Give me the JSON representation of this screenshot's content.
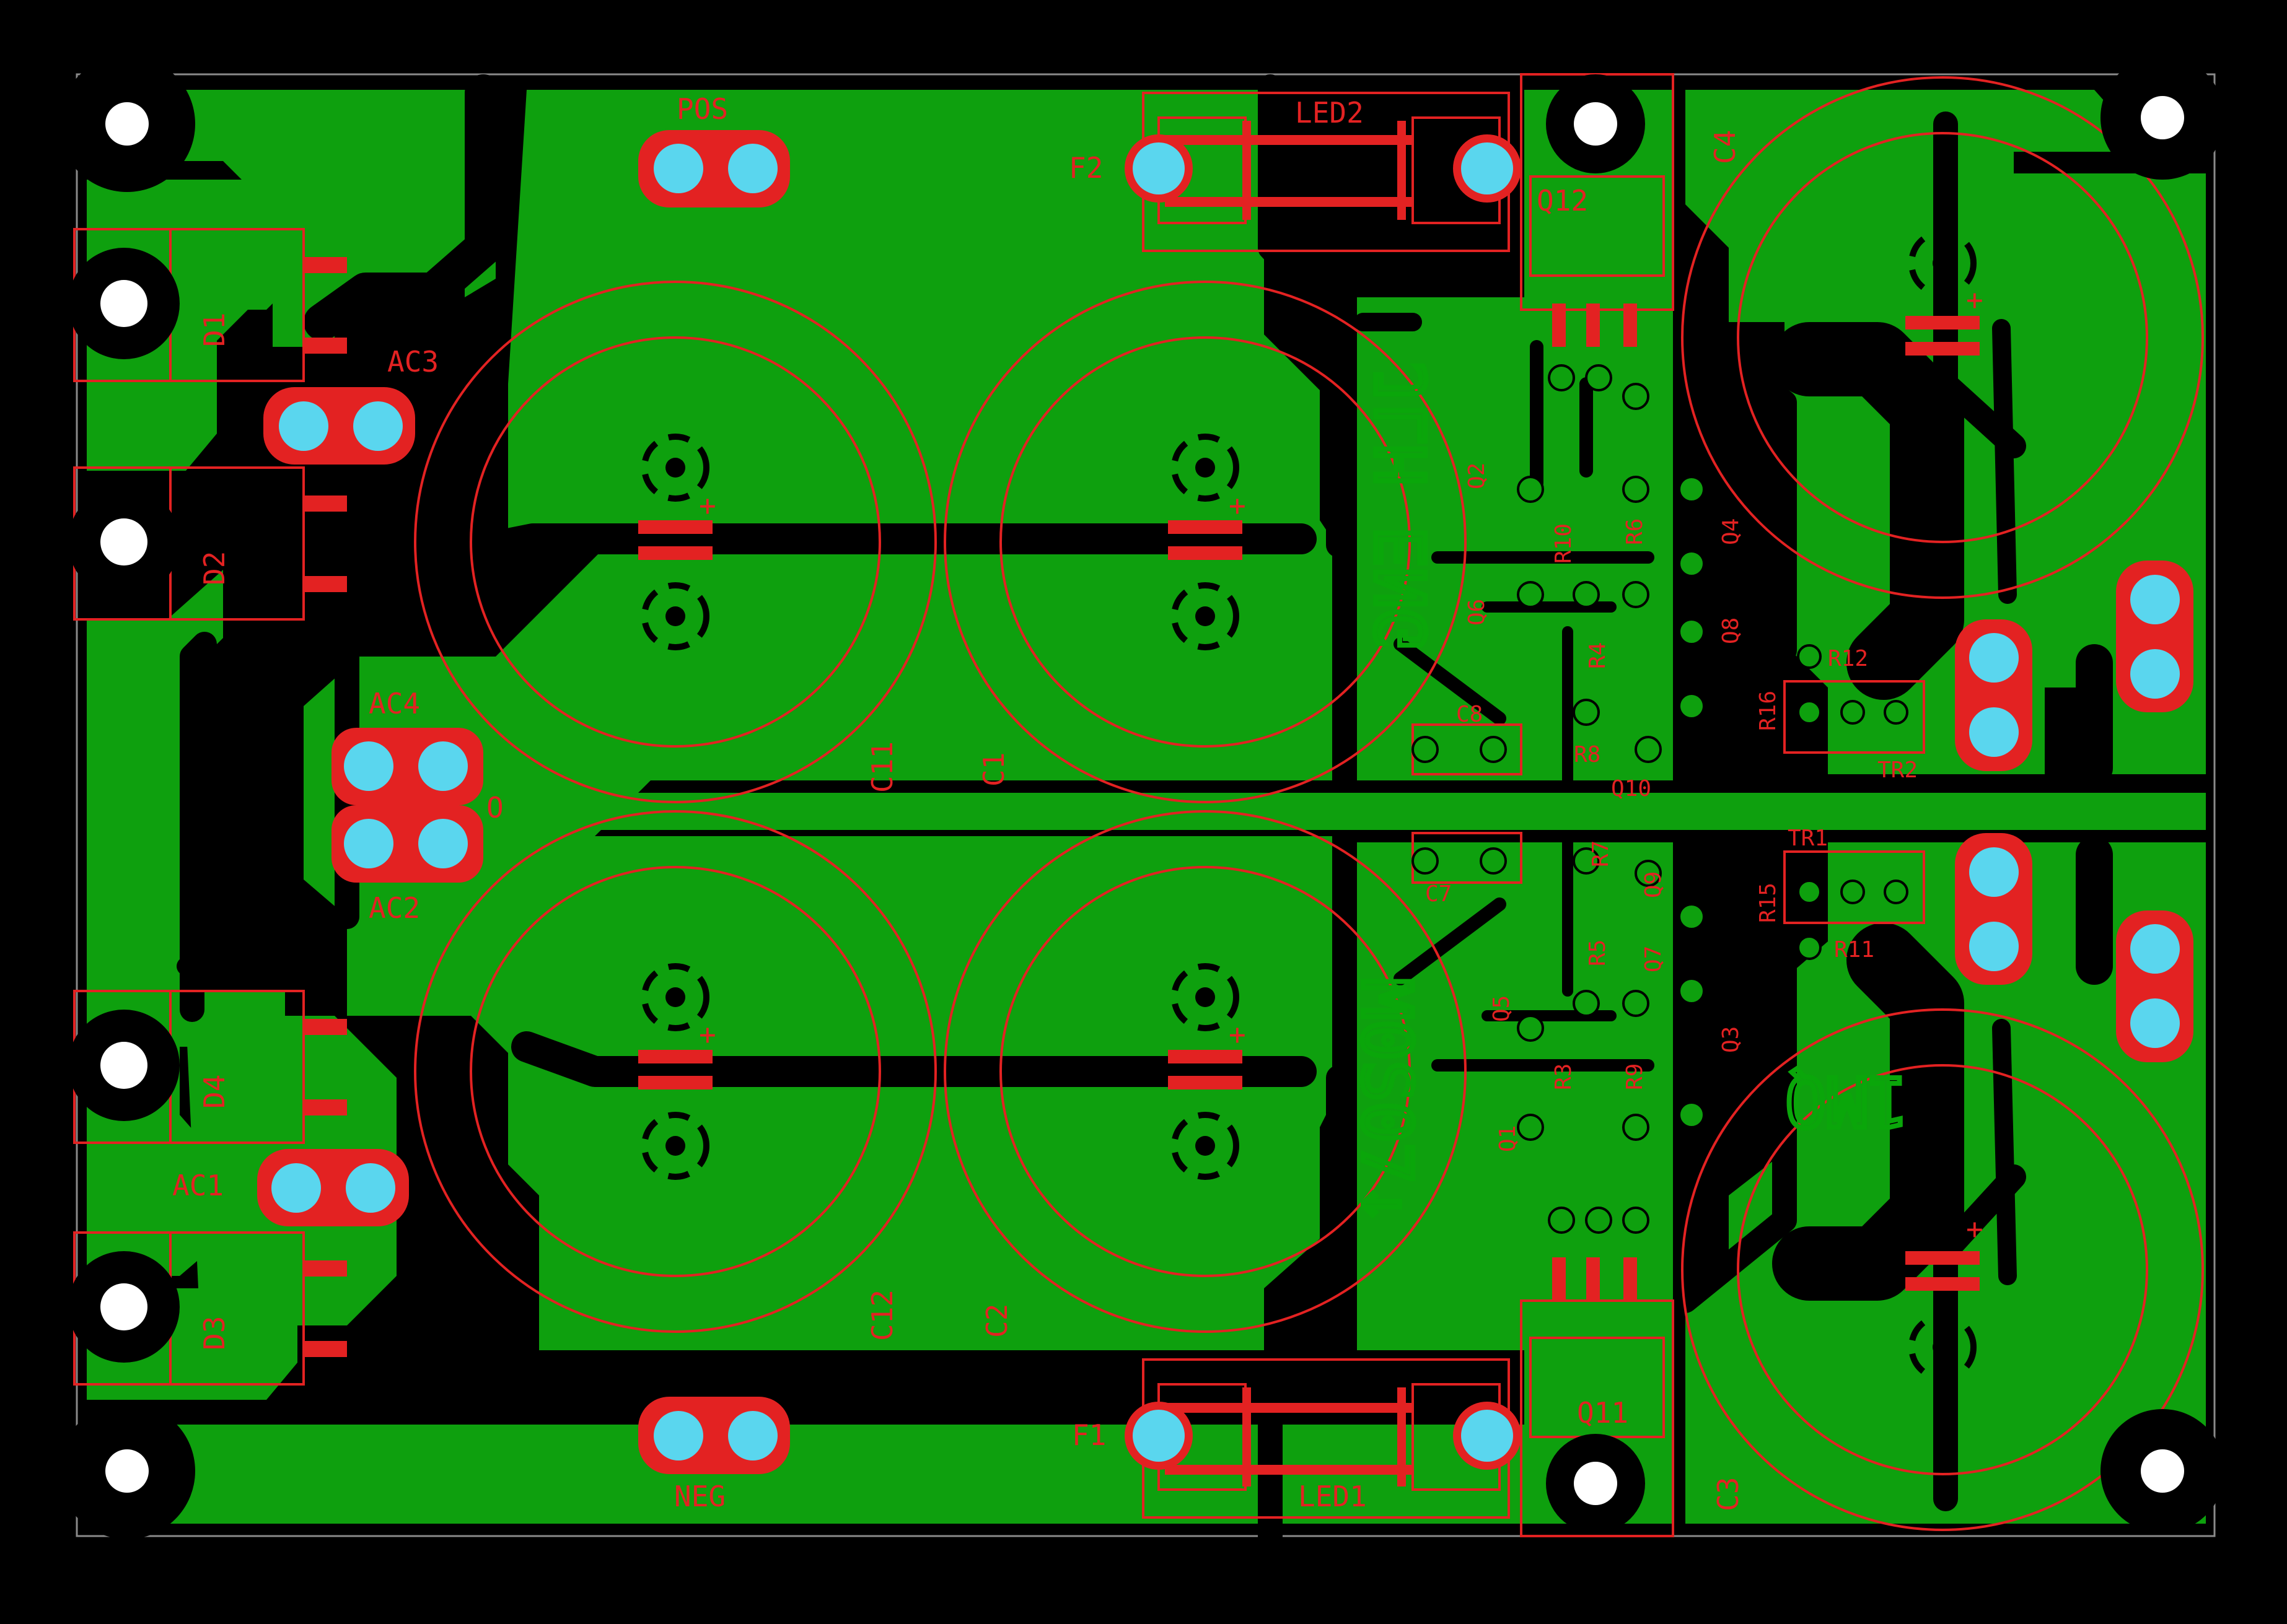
{
  "board": {
    "copper_color": "#0ea00e",
    "gap_color": "#000000",
    "silk_color": "#e32222",
    "pad_color": "#5ad6ee",
    "outline_color": "#8a8a8a"
  },
  "labels": {
    "pos": "POS",
    "neg": "NEG",
    "ac1": "AC1",
    "ac2": "AC2",
    "ac3": "AC3",
    "ac4": "AC4",
    "o": "O",
    "d1": "D1",
    "d2": "D2",
    "d3": "D3",
    "d4": "D4",
    "f1": "F1",
    "f2": "F2",
    "led1": "LED1",
    "led2": "LED2",
    "c1": "C1",
    "c2": "C2",
    "c3": "C3",
    "c4": "C4",
    "c7": "C7",
    "c8": "C8",
    "c11": "C11",
    "c12": "C12",
    "q1": "Q1",
    "q2": "Q2",
    "q3": "Q3",
    "q4": "Q4",
    "q5": "Q5",
    "q6": "Q6",
    "q7": "Q7",
    "q8": "Q8",
    "q9": "Q9",
    "q10": "Q10",
    "q11": "Q11",
    "q12": "Q12",
    "r3": "R3",
    "r4": "R4",
    "r5": "R5",
    "r6": "R6",
    "r7": "R7",
    "r8": "R8",
    "r9": "R9",
    "r10": "R10",
    "r11": "R11",
    "r12": "R12",
    "r15": "R15",
    "r16": "R16",
    "tr1": "TR1",
    "tr2": "TR2",
    "plus": "+"
  },
  "copper_text": {
    "upper": "JLH ENG",
    "lower": "M0S07↓",
    "right": "1MQ"
  }
}
